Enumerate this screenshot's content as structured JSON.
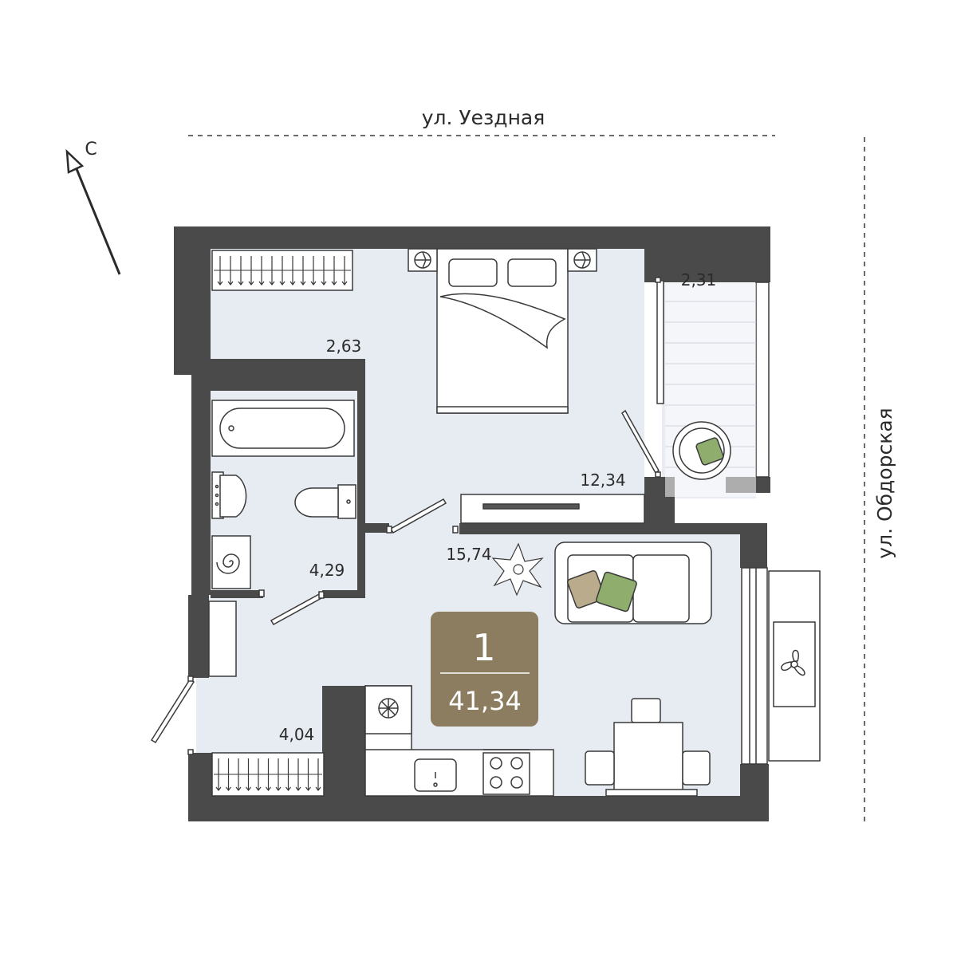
{
  "streets": {
    "top": "ул. Уездная",
    "right": "ул. Обдорская"
  },
  "compass": {
    "letter": "С"
  },
  "areas": {
    "wardrobe_top": "2,63",
    "balcony": "2,31",
    "bedroom": "12,34",
    "living": "15,74",
    "bathroom": "4,29",
    "hall": "4,04"
  },
  "summary": {
    "rooms": "1",
    "total_area": "41,34"
  },
  "colors": {
    "wall": "#4a4a4a",
    "floor": "#e7ecf2",
    "furniture_stroke": "#3a3a3a",
    "badge": "#8c7d60",
    "pillow_green": "#8fae6e",
    "pillow_beige": "#b9ab8c"
  }
}
